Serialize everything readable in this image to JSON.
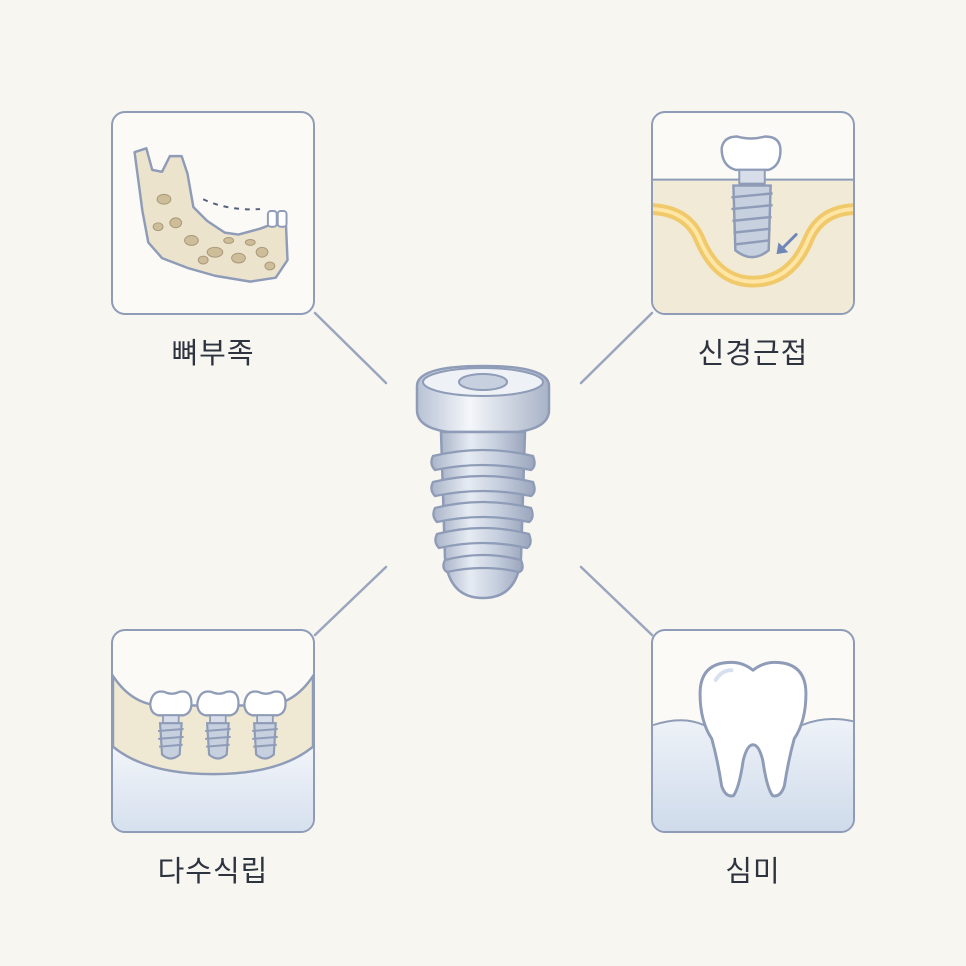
{
  "diagram": {
    "center": {
      "icon": "dental-implant-screw-icon"
    },
    "items": [
      {
        "id": "bone-deficiency",
        "label": "뼈부족",
        "icon": "jaw-bone-loss-icon"
      },
      {
        "id": "nerve-proximity",
        "label": "신경근접",
        "icon": "implant-near-nerve-icon"
      },
      {
        "id": "multiple-implants",
        "label": "다수식립",
        "icon": "multiple-implants-icon"
      },
      {
        "id": "aesthetics",
        "label": "심미",
        "icon": "tooth-icon"
      }
    ],
    "colors": {
      "background": "#f7f6f1",
      "card_border": "#8f9cb8",
      "connector": "#9aa6bd",
      "bone": "#ebe3cc",
      "nerve": "#f0c96a",
      "gum": "#dfe8f4",
      "metal": "#c7d0df",
      "label_text": "#2e3340"
    }
  }
}
